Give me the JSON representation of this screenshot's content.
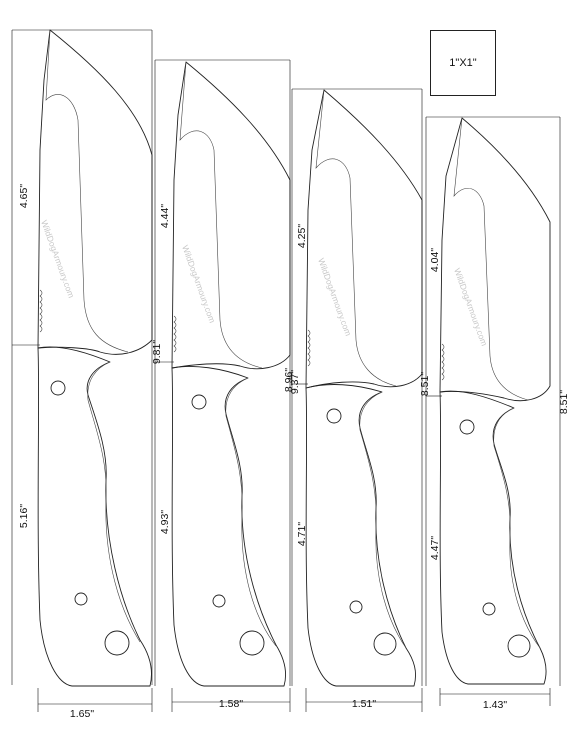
{
  "reference_square": {
    "label": "1\"X1\""
  },
  "watermark": "WildDogArmoury.com",
  "knives": [
    {
      "blade_length": "4.65\"",
      "handle_length": "5.16\"",
      "overall_length": "9.81\"",
      "width": "1.65\""
    },
    {
      "blade_length": "4.44\"",
      "handle_length": "4.93\"",
      "overall_length": "9.37\"",
      "width": "1.58\""
    },
    {
      "blade_length": "4.25\"",
      "handle_length": "4.71\"",
      "overall_length": "8.96\"",
      "width": "1.51\""
    },
    {
      "blade_length": "4.04\"",
      "handle_length": "4.47\"",
      "overall_length": "8.51\"",
      "width": "1.43\""
    }
  ]
}
